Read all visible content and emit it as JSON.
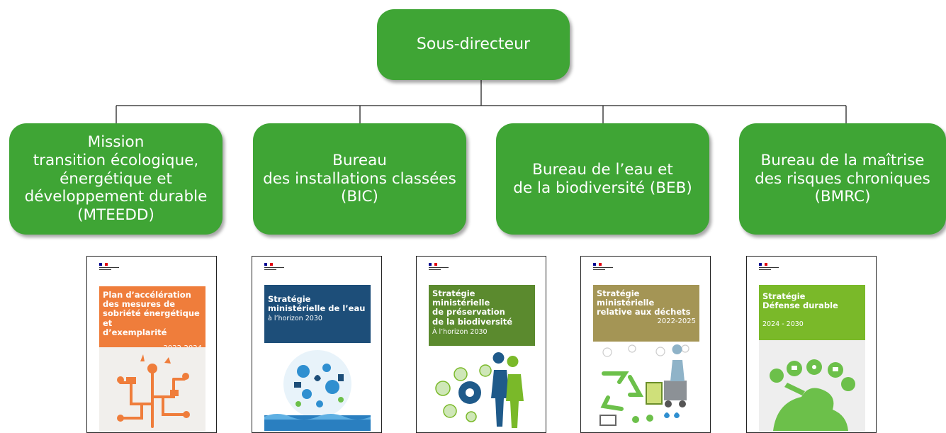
{
  "org_chart": {
    "top": {
      "label": "Sous-directeur"
    },
    "units": [
      {
        "label": "Mission\ntransition écologique,\nénergétique et\ndéveloppement durable\n(MTEEDD)"
      },
      {
        "label": "Bureau\ndes installations classées\n(BIC)"
      },
      {
        "label": "Bureau de l’eau et\nde la biodiversité (BEB)"
      },
      {
        "label": "Bureau de la maîtrise\ndes risques chroniques\n(BMRC)"
      }
    ]
  },
  "documents": [
    {
      "title": "Plan d’accélération\ndes mesures de\nsobriété énergétique et\nd’exemplarité",
      "subtitle": "",
      "years": "2022-2024",
      "color": "#ef7d3b",
      "illustration": "energy-tree-icon"
    },
    {
      "title": "Stratégie\nministérielle de l’eau",
      "subtitle": "à l’horizon 2030",
      "years": "",
      "color": "#1d4e79",
      "illustration": "water-globe-icon"
    },
    {
      "title": "Stratégie ministérielle\nde préservation\nde la biodiversité",
      "subtitle": "À l’horizon 2030",
      "years": "",
      "color": "#5b8a2e",
      "illustration": "biodiversity-soldiers-icon"
    },
    {
      "title": "Stratégie ministérielle\nrelative aux déchets",
      "subtitle": "",
      "years": "2022-2025",
      "color": "#a49555",
      "illustration": "recycling-icon"
    },
    {
      "title": "Stratégie\nDéfense durable",
      "subtitle": "",
      "years": "2024 - 2030",
      "color": "#7ab929",
      "illustration": "saluting-soldier-icon"
    }
  ]
}
